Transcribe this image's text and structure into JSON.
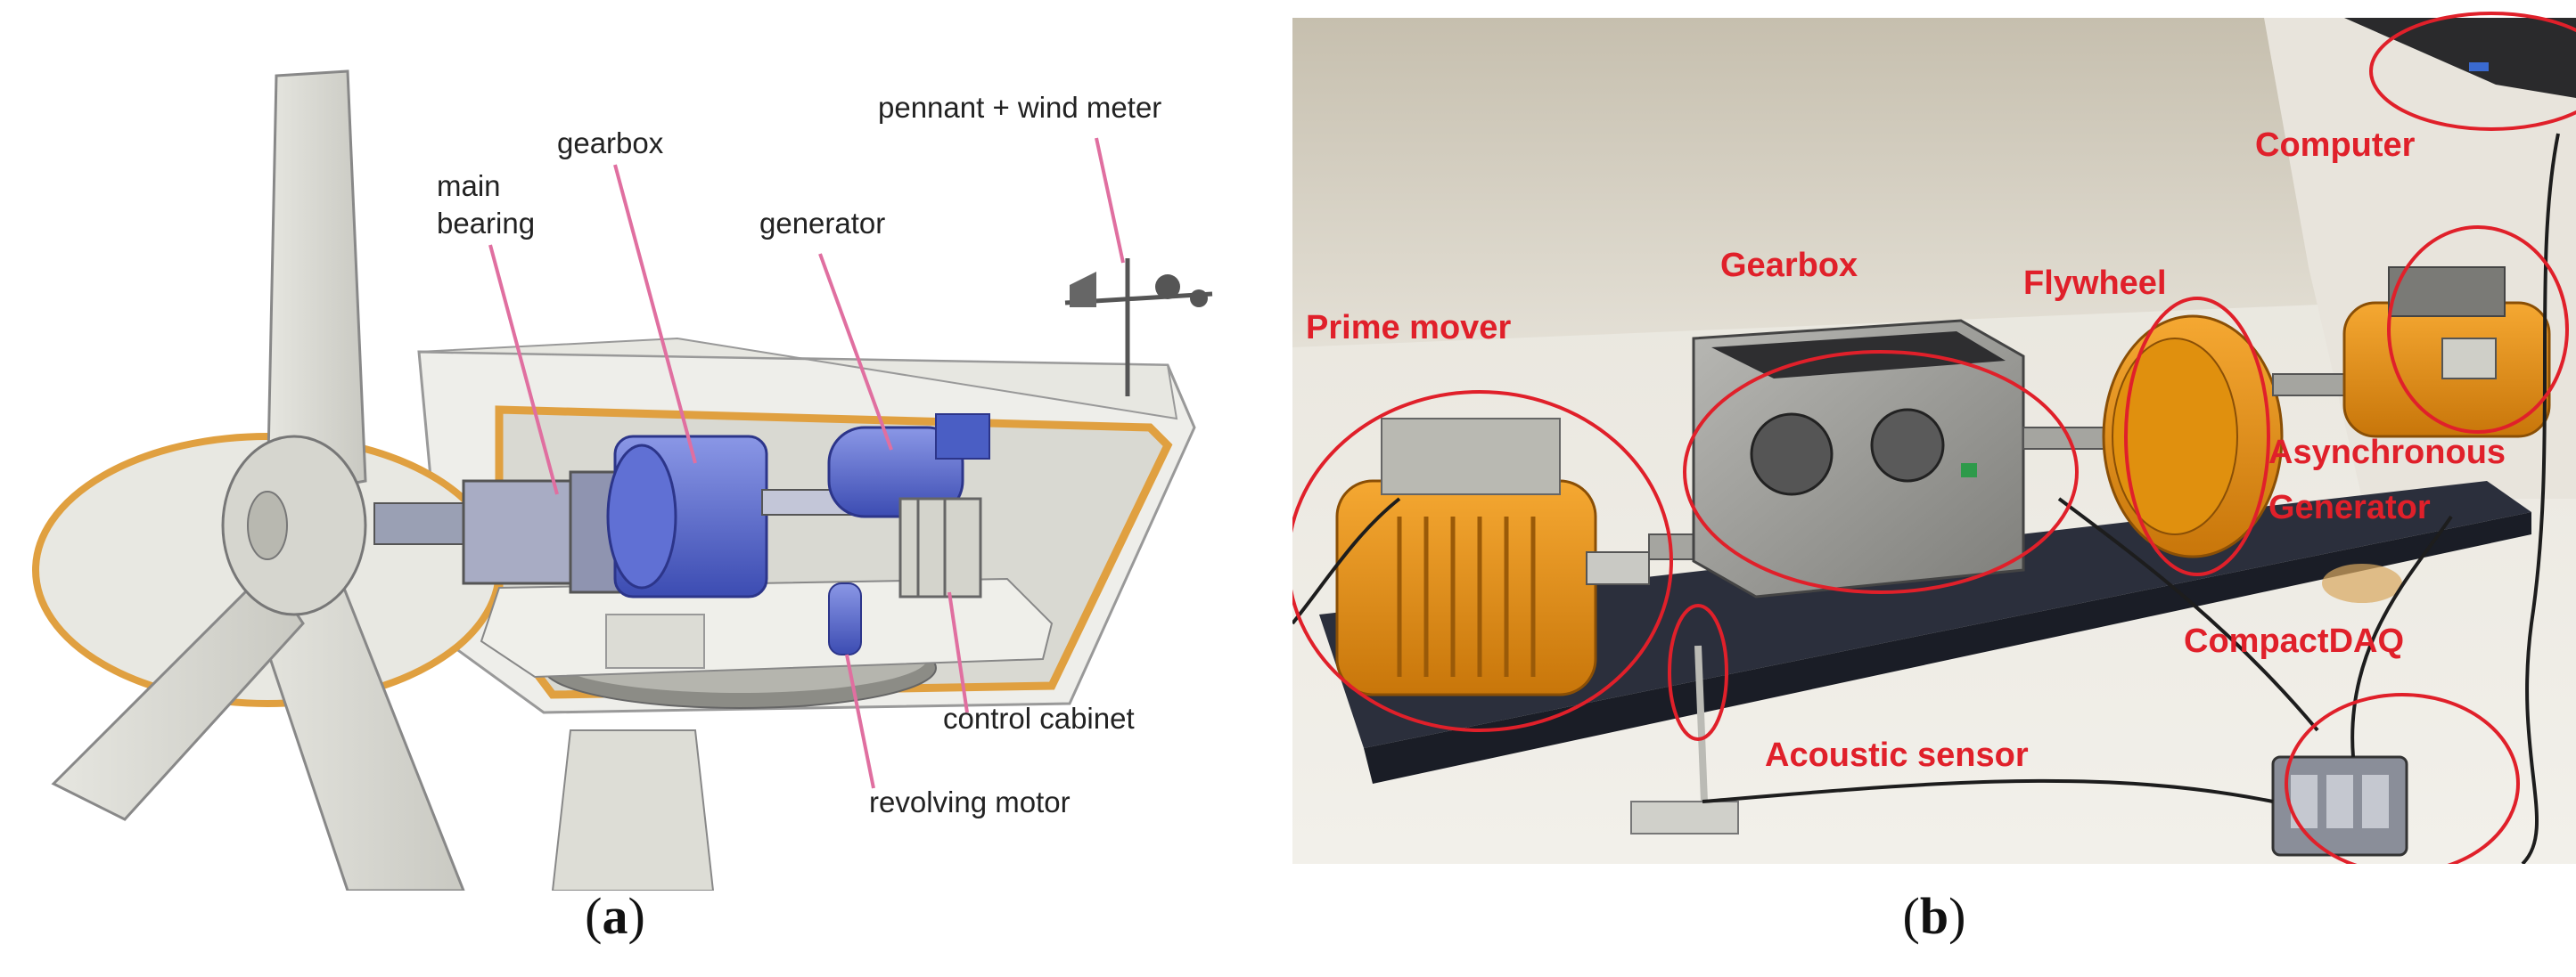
{
  "panel_a": {
    "labels": {
      "main_bearing_1": "main",
      "main_bearing_2": "bearing",
      "gearbox": "gearbox",
      "generator": "generator",
      "pennant": "pennant + wind meter",
      "control_cabinet": "control cabinet",
      "revolving_motor": "revolving motor"
    },
    "caption": {
      "open": "(",
      "letter": "a",
      "close": ")"
    }
  },
  "panel_b": {
    "labels": {
      "computer": "Computer",
      "gearbox": "Gearbox",
      "flywheel": "Flywheel",
      "prime_mover": "Prime mover",
      "async_1": "Asynchronous",
      "async_2": "Generator",
      "compactdaq": "CompactDAQ",
      "acoustic": "Acoustic sensor"
    },
    "caption": {
      "open": "(",
      "letter": "b",
      "close": ")"
    }
  },
  "colors": {
    "annotation": "#e0202a",
    "leader": "#e06fa0",
    "machine_blue": "#4a5ec4",
    "motor_orange": "#e8900e",
    "nacelle_edge": "#e0a040"
  }
}
